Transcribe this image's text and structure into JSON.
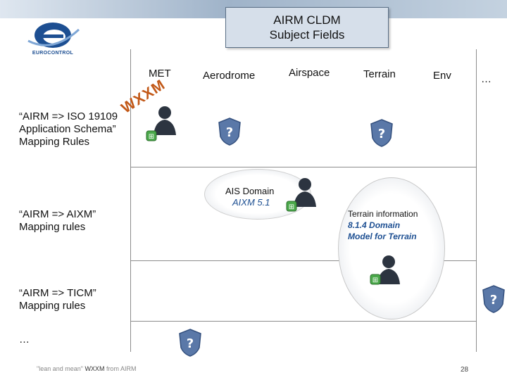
{
  "title": {
    "line1": "AIRM CLDM",
    "line2": "Subject Fields"
  },
  "logo": {
    "text": "EUROCONTROL"
  },
  "columns": [
    "MET",
    "Aerodrome",
    "Airspace",
    "Terrain",
    "Env",
    "…"
  ],
  "rows": {
    "iso": {
      "line1": "“AIRM => ISO 19109",
      "line2": "Application Schema”",
      "line3": "Mapping Rules"
    },
    "aixm": {
      "line1": "“AIRM => AIXM”",
      "line2": "Mapping rules"
    },
    "ticm": {
      "line1": "“AIRM => TICM”",
      "line2": "Mapping rules"
    },
    "more": "…"
  },
  "wxxm_label": "WXXM",
  "ais": {
    "label": "AIS Domain",
    "model": "AIXM 5.1"
  },
  "terrain": {
    "label": "Terrain information",
    "model_line1": "8.1.4 Domain",
    "model_line2": "Model for Terrain"
  },
  "question_mark": "?",
  "footer": {
    "prefix": "\"lean and mean\" ",
    "highlight": "WXXM",
    "suffix": " from AIRM"
  },
  "page_number": "28",
  "colors": {
    "accent": "#1d4f92",
    "wxxm": "#c25817",
    "title_box": "#d6dfea"
  }
}
